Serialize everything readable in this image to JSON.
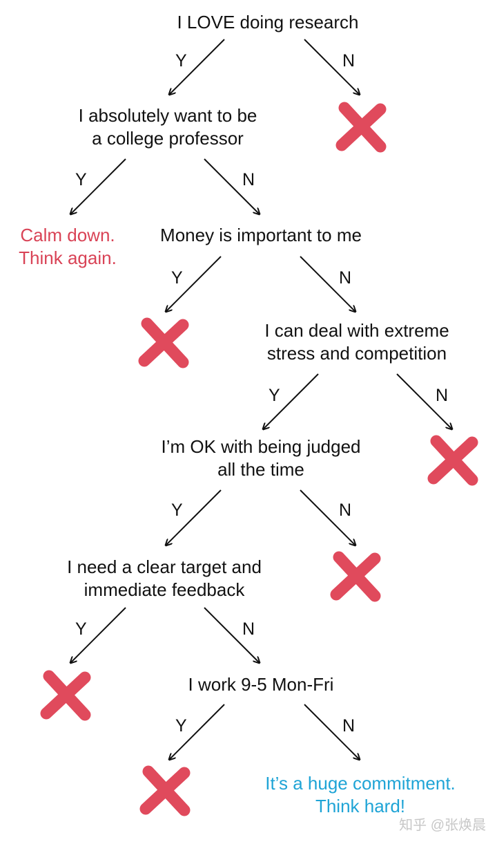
{
  "colors": {
    "text": "#111111",
    "cross": "#e04a5c",
    "warning": "#d94356",
    "advice": "#1fa4d6",
    "watermark": "#c7c7c7"
  },
  "questions": {
    "q1": {
      "lines": [
        "I LOVE doing research"
      ]
    },
    "q2": {
      "lines": [
        "I absolutely want to be",
        "a college professor"
      ]
    },
    "q3": {
      "lines": [
        "Money is important to me"
      ]
    },
    "q4": {
      "lines": [
        "I can deal with extreme",
        "stress and competition"
      ]
    },
    "q5": {
      "lines": [
        "I’m OK with being judged",
        "all the time"
      ]
    },
    "q6": {
      "lines": [
        "I need a clear target and",
        "immediate feedback"
      ]
    },
    "q7": {
      "lines": [
        "I work 9-5 Mon-Fri"
      ]
    }
  },
  "labels": {
    "yes": "Y",
    "no": "N"
  },
  "outcomes": {
    "calm_down": [
      "Calm down.",
      "Think again."
    ],
    "commitment": [
      "It’s a huge commitment.",
      "Think hard!"
    ],
    "cross_icon": "cross-icon"
  },
  "watermark": "知乎 @张焕晨"
}
